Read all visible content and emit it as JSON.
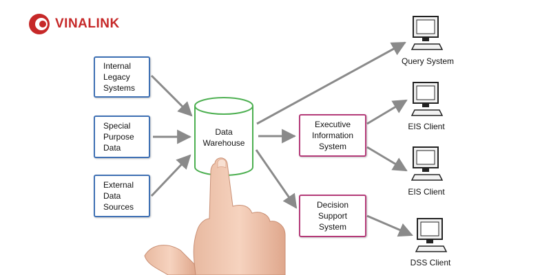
{
  "logo": {
    "text": "VINALINK"
  },
  "sources": [
    {
      "lines": [
        "Internal",
        "Legacy",
        "Systems"
      ]
    },
    {
      "lines": [
        "Special",
        "Purpose",
        "Data"
      ]
    },
    {
      "lines": [
        "External",
        "Data",
        "Sources"
      ]
    }
  ],
  "warehouse": {
    "lines": [
      "Data",
      "Warehouse"
    ]
  },
  "systems": {
    "executive": {
      "lines": [
        "Executive",
        "Information",
        "System"
      ]
    },
    "decision": {
      "lines": [
        "Decision",
        "Support",
        "System"
      ]
    }
  },
  "clients": [
    {
      "label": "Query System"
    },
    {
      "label": "EIS Client"
    },
    {
      "label": "EIS Client"
    },
    {
      "label": "DSS Client"
    }
  ],
  "colors": {
    "logo": "#c62828",
    "source_border": "#3d6fb3",
    "system_border": "#b43a78",
    "warehouse_stroke": "#4caf50",
    "arrow": "#8a8a8a"
  }
}
